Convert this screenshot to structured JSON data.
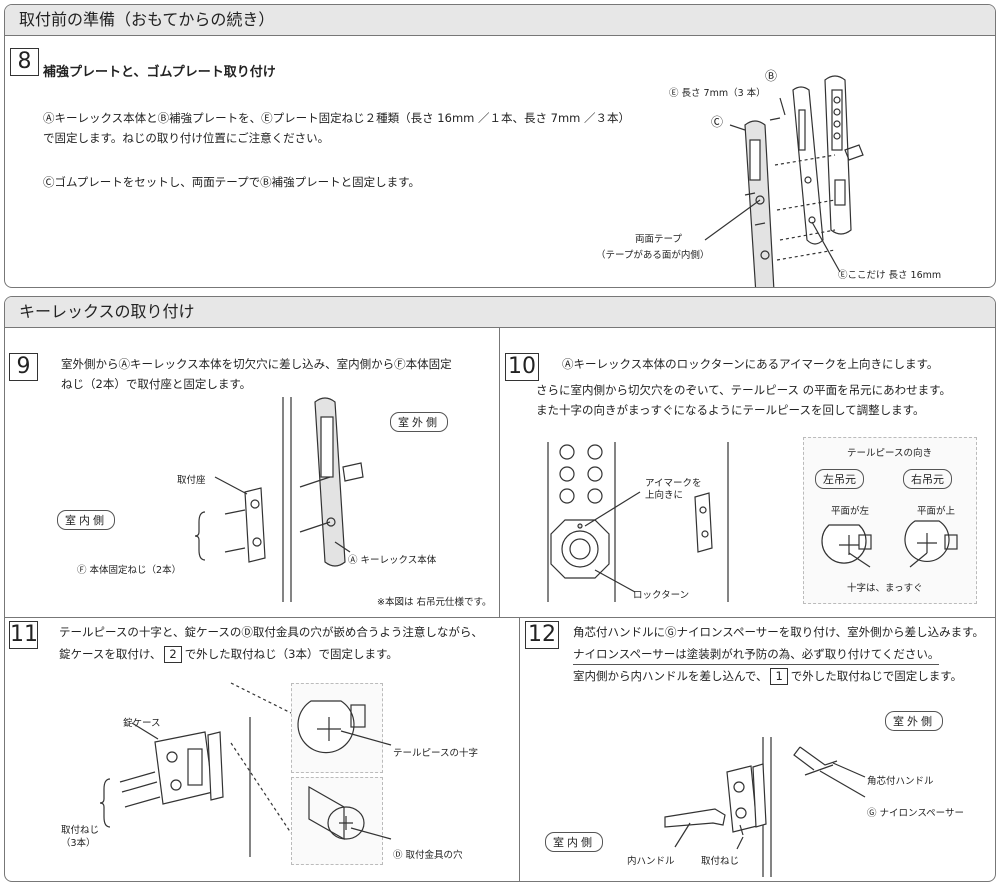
{
  "section_prep": {
    "title": "取付前の準備（おもてからの続き）",
    "step8": {
      "num": "8",
      "heading": "補強プレートと、ゴムプレート取り付け",
      "line1": "Ⓐキーレックス本体とⒷ補強プレートを、Ⓔプレート固定ねじ２種類（長さ 16mm ／１本、長さ 7mm ／３本）",
      "line2": "で固定します。ねじの取り付け位置にご注意ください。",
      "line3": "Ⓒゴムプレートをセットし、両面テープでⒷ補強プレートと固定します。",
      "labels": {
        "b": "Ⓑ",
        "c": "Ⓒ",
        "e_short": "Ⓔ 長さ 7mm（3 本）",
        "tape": "両面テープ",
        "tape_note": "（テープがある面が内側）",
        "e_long": "Ⓔここだけ 長さ 16mm"
      }
    }
  },
  "section_install": {
    "title": "キーレックスの取り付け",
    "step9": {
      "num": "9",
      "line1": "室外側からⒶキーレックス本体を切欠穴に差し込み、室内側からⒻ本体固定",
      "line2": "ねじ（2本）で取付座と固定します。",
      "tag_outside": "室外側",
      "tag_inside": "室内側",
      "label_seat": "取付座",
      "label_screw": "Ⓕ 本体固定ねじ（2本）",
      "label_body": "Ⓐ キーレックス本体",
      "note": "※本図は 右吊元仕様です。"
    },
    "step10": {
      "num": "10",
      "line1": "Ⓐキーレックス本体のロックターンにあるアイマークを上向きにします。",
      "line2": "さらに室内側から切欠穴をのぞいて、テールピース の平面を吊元にあわせます。",
      "line3": "また十字の向きがまっすぐになるようにテールピースを回して調整します。",
      "label_eye": "アイマークを",
      "label_eye2": "上向きに",
      "label_turn": "ロックターン",
      "detail_title": "テールピースの向き",
      "left_hinge": "左吊元",
      "right_hinge": "右吊元",
      "flat_left": "平面が左",
      "flat_up": "平面が上",
      "cross_note": "十字は、まっすぐ"
    },
    "step11": {
      "num": "11",
      "line1": "テールピースの十字と、錠ケースのⒹ取付金具の穴が嵌め合うよう注意しながら、",
      "line2a": "錠ケースを取付け、",
      "line2_ref": "2",
      "line2b": "で外した取付ねじ（3本）で固定します。",
      "label_case": "錠ケース",
      "label_screws": "取付ねじ",
      "label_screws2": "（3本）",
      "label_cross": "テールピースの十字",
      "label_hole": "Ⓓ 取付金具の穴"
    },
    "step12": {
      "num": "12",
      "line1": "角芯付ハンドルにⒼナイロンスペーサーを取り付け、室外側から差し込みます。",
      "line2": "ナイロンスペーサーは塗装剥がれ予防の為、必ず取り付けてください。",
      "line3a": "室内側から内ハンドルを差し込んで、",
      "line3_ref": "1",
      "line3b": "で外した取付ねじで固定します。",
      "tag_outside": "室外側",
      "tag_inside": "室内側",
      "label_handle": "角芯付ハンドル",
      "label_spacer": "Ⓖ ナイロンスペーサー",
      "label_inner": "内ハンドル",
      "label_screw": "取付ねじ"
    }
  }
}
